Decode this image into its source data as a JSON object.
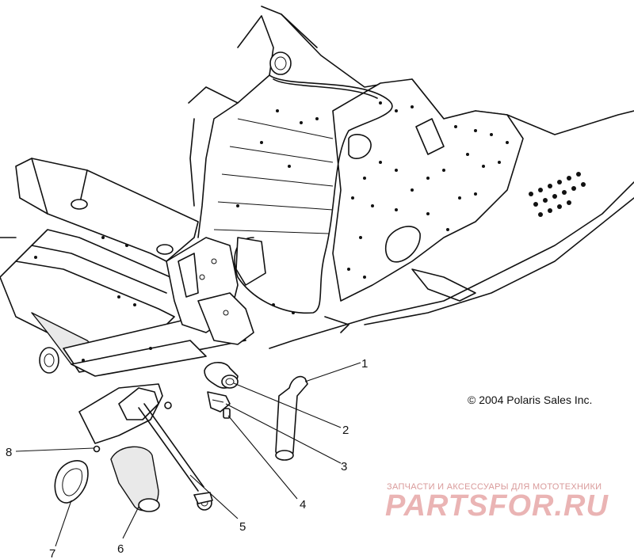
{
  "copyright": "© 2004 Polaris Sales Inc.",
  "watermark": {
    "tagline": "ЗАПЧАСТИ И АКСЕССУАРЫ ДЛЯ МОТОТЕХНИКИ",
    "brand": "PARTSFOR.RU"
  },
  "callouts": [
    {
      "id": "1",
      "label": "1"
    },
    {
      "id": "2",
      "label": "2"
    },
    {
      "id": "3",
      "label": "3"
    },
    {
      "id": "4",
      "label": "4"
    },
    {
      "id": "5",
      "label": "5"
    },
    {
      "id": "6",
      "label": "6"
    },
    {
      "id": "7",
      "label": "7"
    },
    {
      "id": "8",
      "label": "8"
    }
  ],
  "colors": {
    "line": "#111111",
    "background": "#ffffff",
    "watermark": "#eab4b4"
  }
}
